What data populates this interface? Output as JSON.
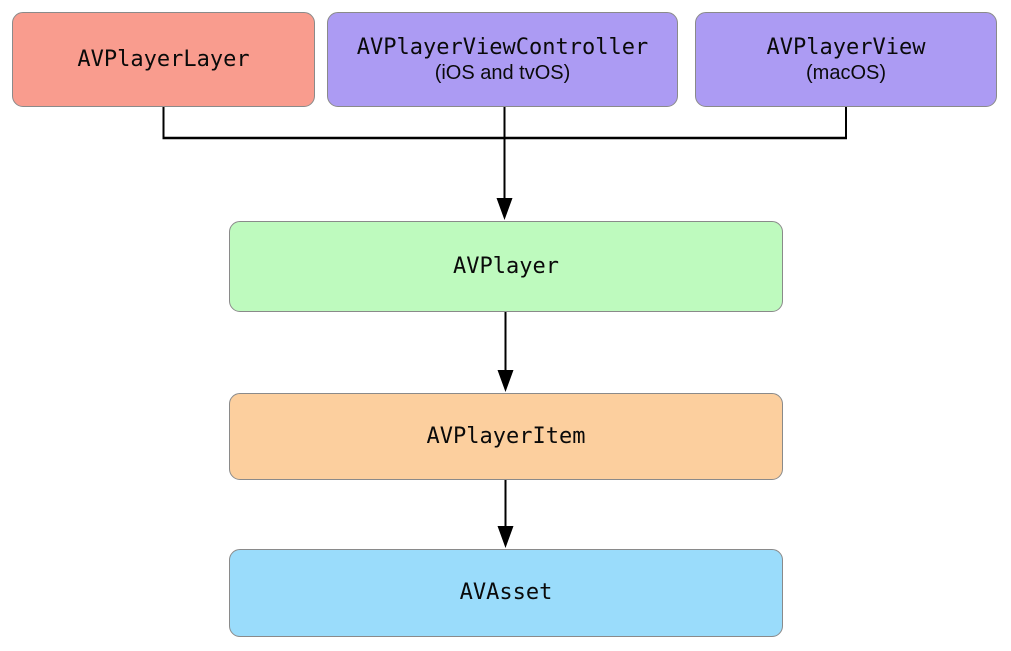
{
  "diagram": {
    "background": "#ffffff",
    "node_border_color": "#8a8a8a",
    "line_color": "#000000",
    "nodes": [
      {
        "id": "avplayerlayer",
        "label": "AVPlayerLayer",
        "sublabel": "",
        "fill": "#f99c8e"
      },
      {
        "id": "avplayerviewcontroller",
        "label": "AVPlayerViewController",
        "sublabel": "(iOS and tvOS)",
        "fill": "#ac9bf3"
      },
      {
        "id": "avplayerview",
        "label": "AVPlayerView",
        "sublabel": "(macOS)",
        "fill": "#ac9bf3"
      },
      {
        "id": "avplayer",
        "label": "AVPlayer",
        "sublabel": "",
        "fill": "#befabe"
      },
      {
        "id": "avplayeritem",
        "label": "AVPlayerItem",
        "sublabel": "",
        "fill": "#fccf9e"
      },
      {
        "id": "avasset",
        "label": "AVAsset",
        "sublabel": "",
        "fill": "#9adcfb"
      }
    ],
    "edges": [
      {
        "from": "AVPlayerLayer",
        "to": "AVPlayer"
      },
      {
        "from": "AVPlayerViewController",
        "to": "AVPlayer"
      },
      {
        "from": "AVPlayerView",
        "to": "AVPlayer"
      },
      {
        "from": "AVPlayer",
        "to": "AVPlayerItem"
      },
      {
        "from": "AVPlayerItem",
        "to": "AVAsset"
      }
    ]
  }
}
